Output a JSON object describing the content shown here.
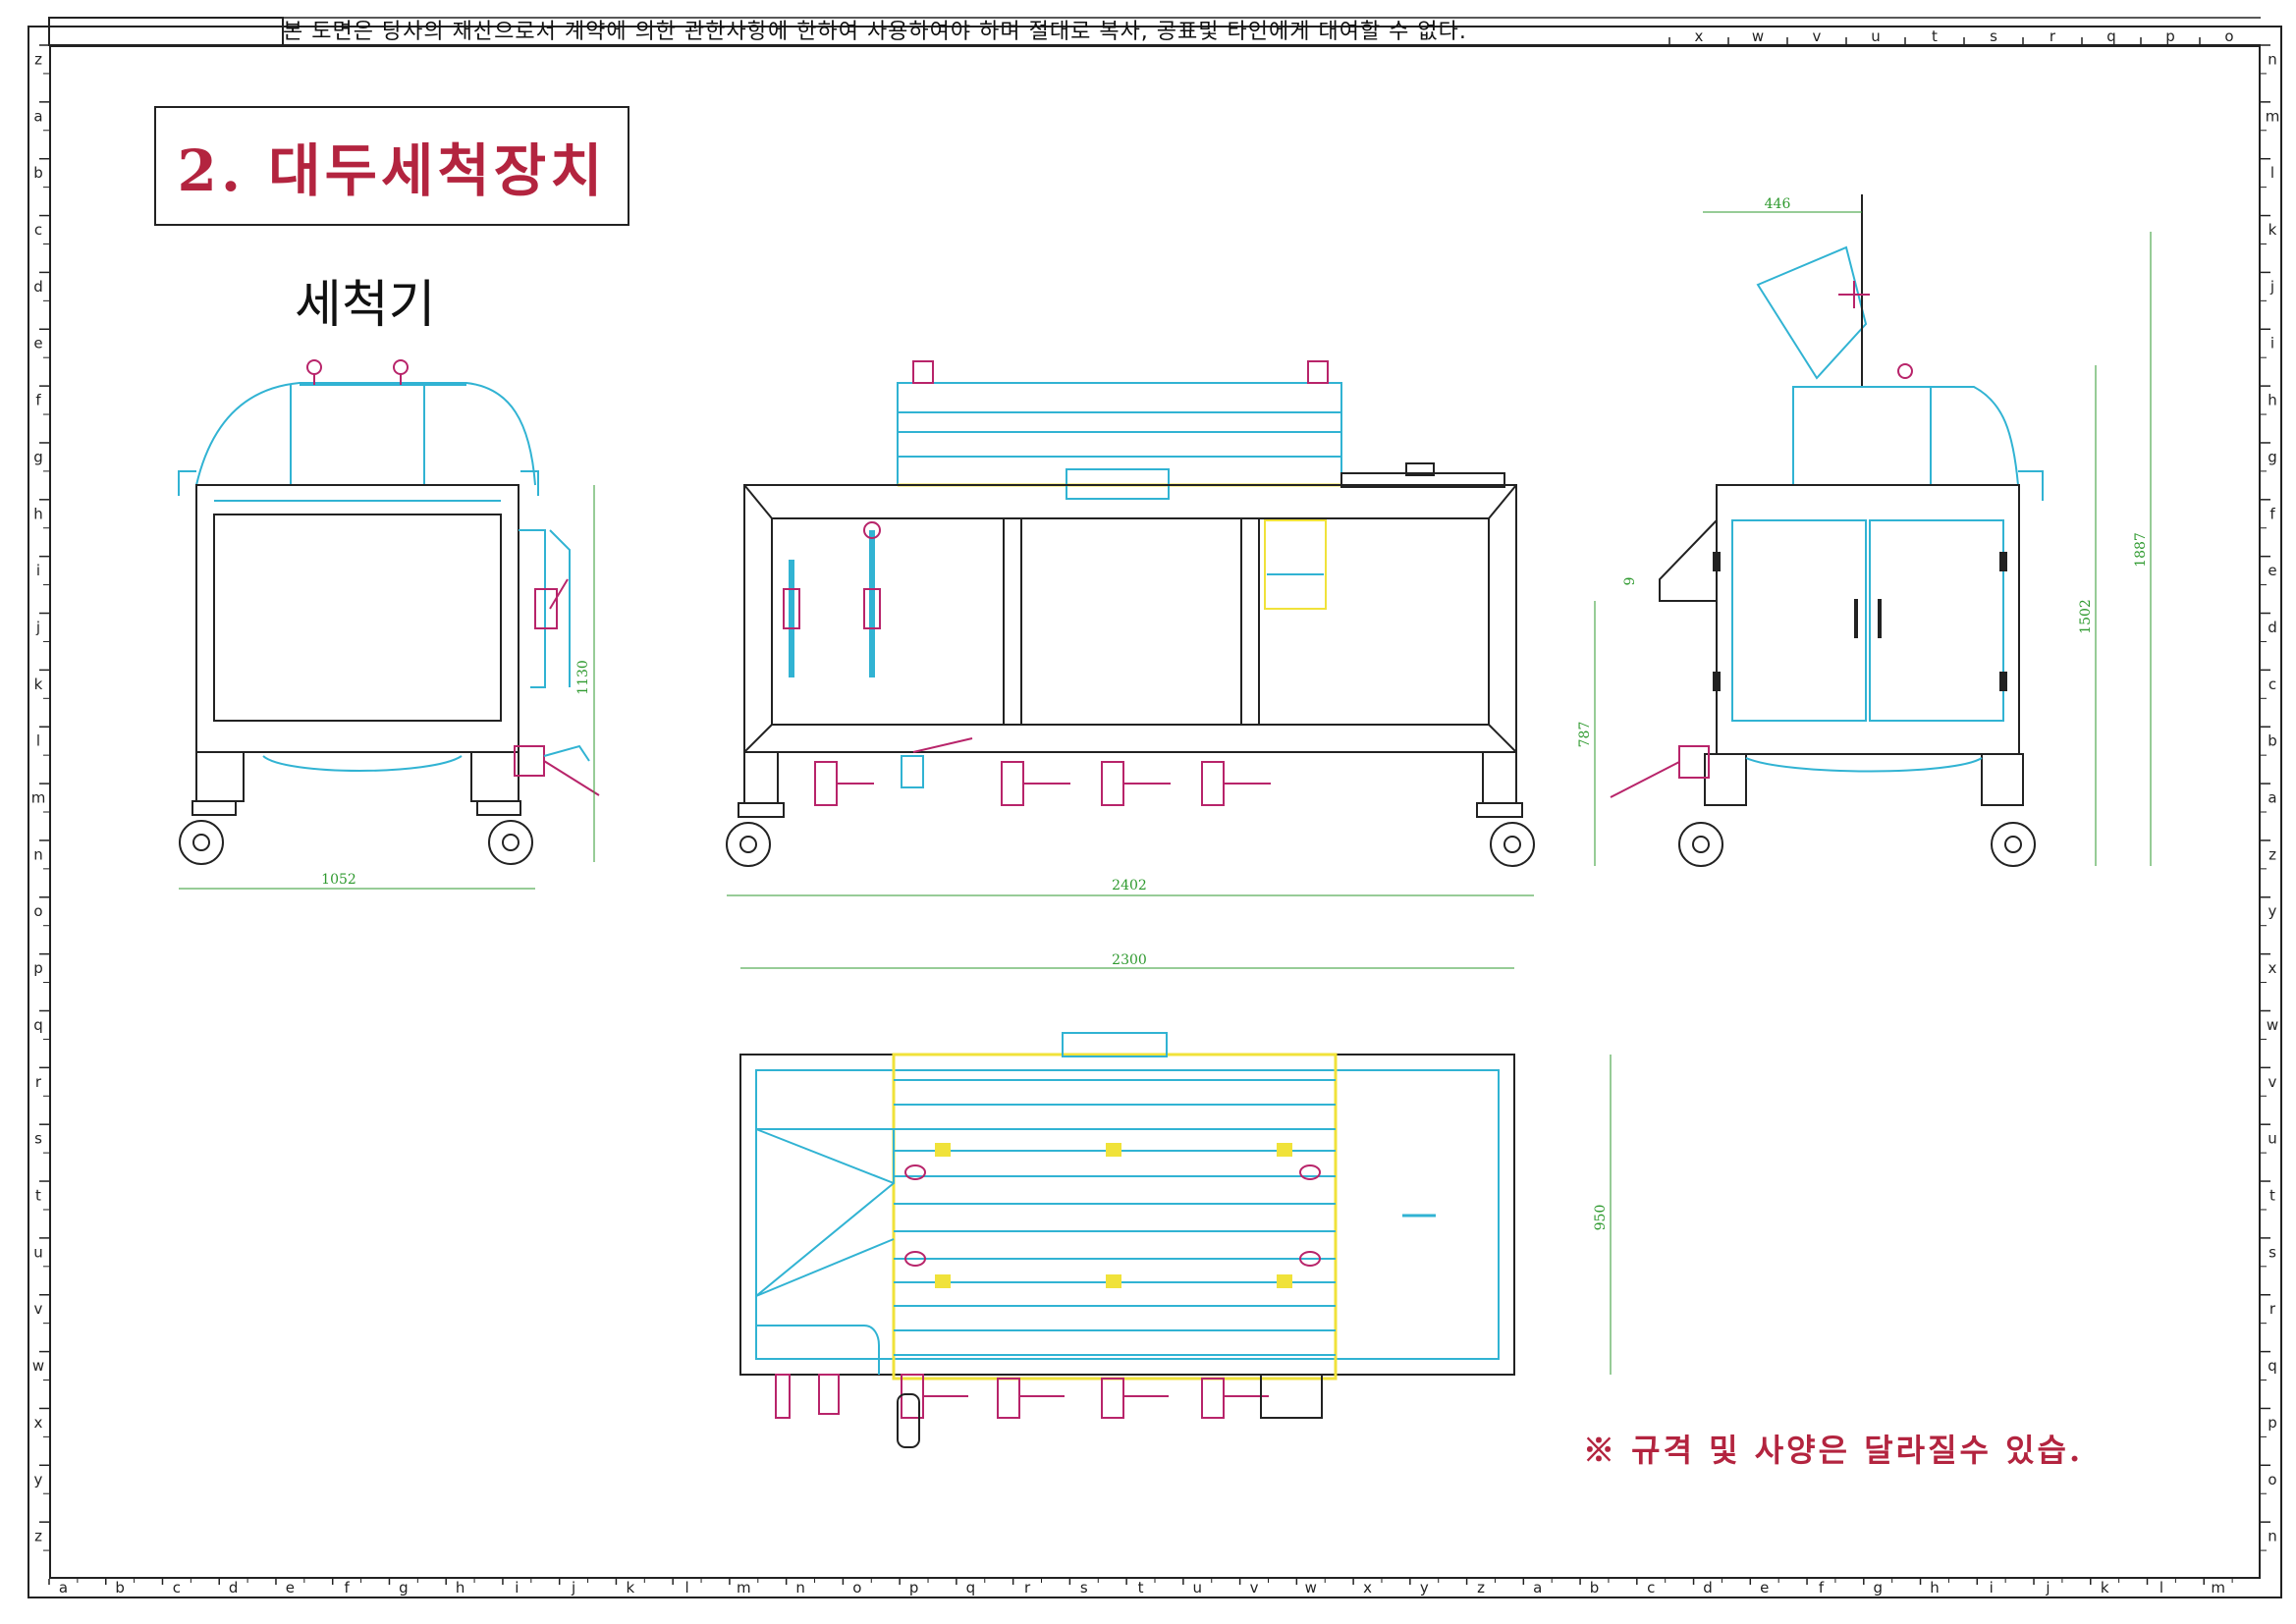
{
  "header_notice": "본 도면은 당사의 재산으로서 계약에 의한 관한사항에 한하여 사용하여야 하며 절대로 복사, 공표및 타인에게 대여할 수 없다.",
  "title": "2. 대두세척장치",
  "subtitle": "세척기",
  "footnote": "※ 규격 및 사양은 달라질수 있습.",
  "dimensions": {
    "front_width": "1052",
    "front_height": "1130",
    "side_length": "2402",
    "top_length": "2300",
    "top_width": "950",
    "right_top_offset": "446",
    "right_total_height": "1887",
    "right_body_height": "1502",
    "right_outlet_height": "787",
    "right_small": "9"
  },
  "ruler": {
    "top_letters": [
      "x",
      "w",
      "v",
      "u",
      "t",
      "s",
      "r",
      "q",
      "p",
      "o"
    ],
    "bottom_letters": [
      "a",
      "b",
      "c",
      "d",
      "e",
      "f",
      "g",
      "h",
      "i",
      "j",
      "k",
      "l",
      "m",
      "n",
      "o",
      "p",
      "q",
      "r",
      "s",
      "t",
      "u",
      "v",
      "w",
      "x",
      "y",
      "z",
      "a",
      "b",
      "c",
      "d",
      "e",
      "f",
      "g",
      "h",
      "i",
      "j",
      "k",
      "l",
      "m"
    ],
    "left_letters": [
      "z",
      "a",
      "b",
      "c",
      "d",
      "e",
      "f",
      "g",
      "h",
      "i",
      "j",
      "k",
      "l",
      "m",
      "n",
      "o",
      "p",
      "q",
      "r",
      "s",
      "t",
      "u",
      "v",
      "w",
      "x",
      "y",
      "z"
    ],
    "right_letters": [
      "n",
      "m",
      "l",
      "k",
      "j",
      "i",
      "h",
      "g",
      "f",
      "e",
      "d",
      "c",
      "b",
      "a",
      "z",
      "y",
      "x",
      "w",
      "v",
      "u",
      "t",
      "s",
      "r",
      "q",
      "p",
      "o",
      "n"
    ]
  },
  "colors": {
    "outline": "#222222",
    "frame_cyan": "#31b3d3",
    "highlight_yellow": "#f0e23a",
    "fitting_magenta": "#b8246a",
    "dimension_green": "#2f9a2f",
    "title_red": "#b3243f"
  }
}
